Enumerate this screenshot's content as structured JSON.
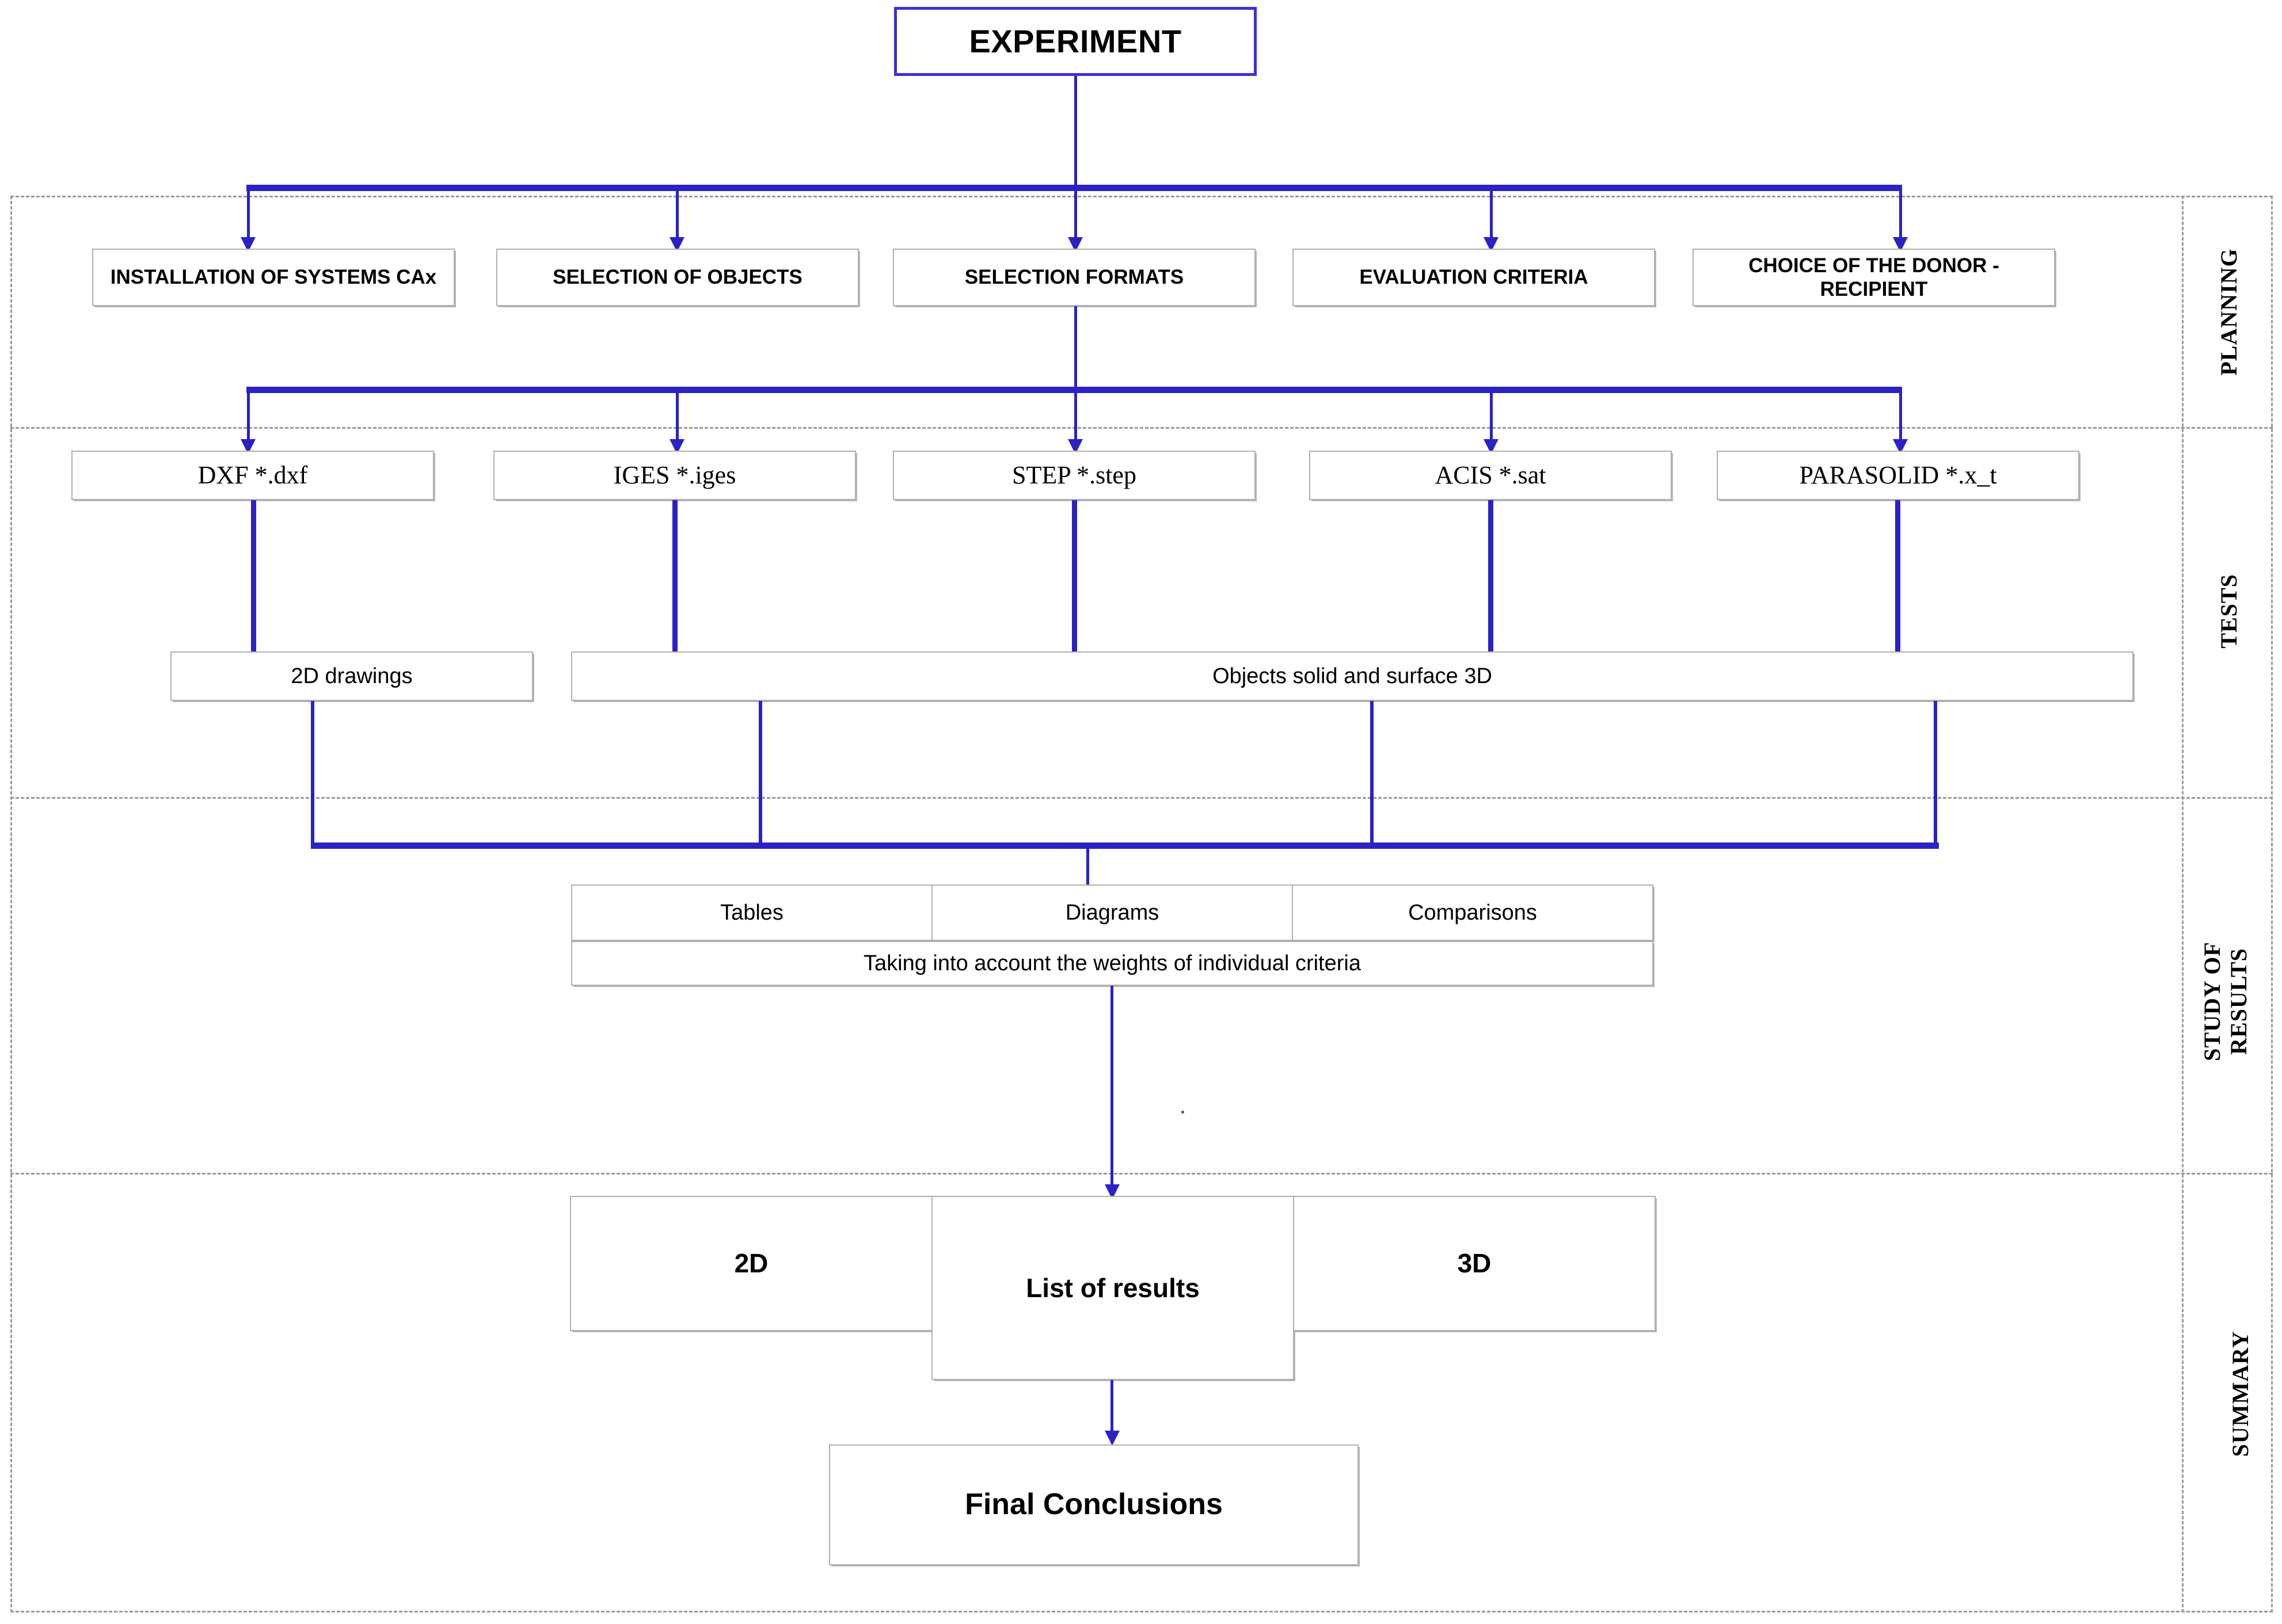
{
  "diagram": {
    "title": "EXPERIMENT",
    "root": {
      "label": "EXPERIMENT"
    },
    "sections": [
      {
        "id": "planning",
        "label": "PLANNING"
      },
      {
        "id": "tests",
        "label": "TESTS"
      },
      {
        "id": "study-of-results",
        "label": "STUDY OF\nRESULTS"
      },
      {
        "id": "summary",
        "label": "SUMMARY"
      }
    ],
    "planning_row": [
      {
        "label": "INSTALLATION OF SYSTEMS CAx"
      },
      {
        "label": "SELECTION OF OBJECTS"
      },
      {
        "label": "SELECTION FORMATS"
      },
      {
        "label": "EVALUATION CRITERIA"
      },
      {
        "label": "CHOICE OF THE DONOR - RECIPIENT"
      }
    ],
    "formats_row": [
      {
        "label": "DXF *.dxf"
      },
      {
        "label": "IGES *.iges"
      },
      {
        "label": "STEP *.step"
      },
      {
        "label": "ACIS *.sat"
      },
      {
        "label": "PARASOLID *.x_t"
      }
    ],
    "tests_row": [
      {
        "label": "2D drawings"
      },
      {
        "label": "Objects solid and surface 3D"
      }
    ],
    "results_row": [
      {
        "label": "Tables"
      },
      {
        "label": "Diagrams"
      },
      {
        "label": "Comparisons"
      }
    ],
    "results_note": {
      "label": "Taking into account the weights of individual criteria"
    },
    "summary_row": [
      {
        "label": "2D"
      },
      {
        "label": "List of results"
      },
      {
        "label": "3D"
      }
    ],
    "final": {
      "label": "Final Conclusions"
    },
    "colors": {
      "connector": "#2a22c4",
      "accent_border": "#3b30d8",
      "box_border": "#b0b0b0",
      "frame": "#9a9a9a",
      "text": "#000000",
      "background": "#ffffff"
    }
  }
}
